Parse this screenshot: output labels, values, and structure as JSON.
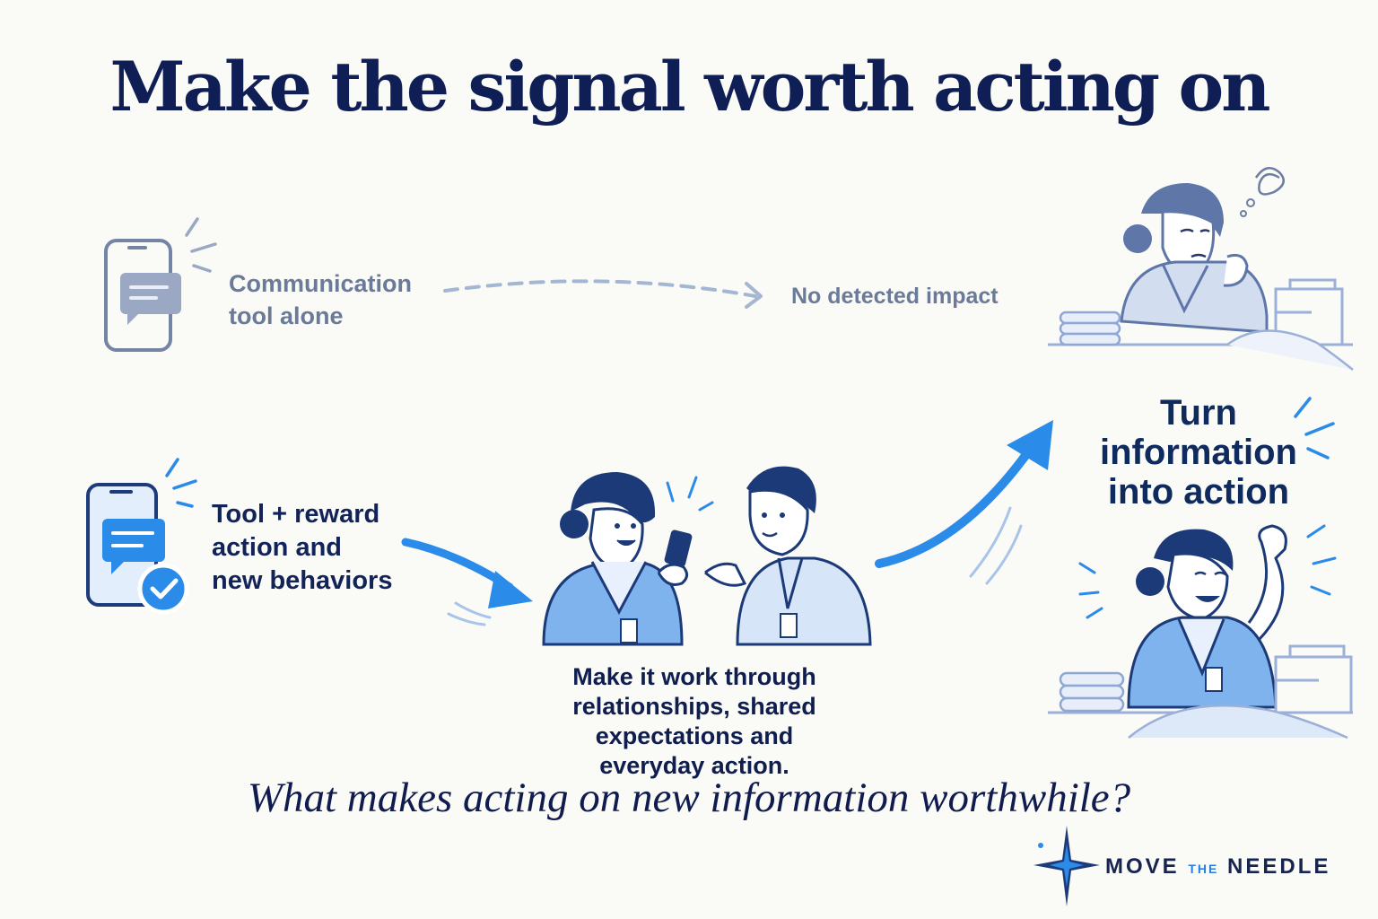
{
  "title": "Make the signal worth acting on",
  "top_path": {
    "label_line1": "Communication",
    "label_line2": "tool alone",
    "result": "No detected impact",
    "icons": [
      "phone-chat-icon",
      "dashed-arrow-icon",
      "worried-worker-icon"
    ]
  },
  "bottom_path": {
    "label_line1": "Tool + reward",
    "label_line2": "action and",
    "label_line3": "new behaviors",
    "middle_caption": {
      "line1": "Make it work through",
      "line2": "relationships, shared",
      "line3": "expectations and",
      "line4": "everyday action."
    },
    "result": {
      "line1": "Turn",
      "line2": "information",
      "line3": "into action"
    },
    "icons": [
      "phone-chat-check-icon",
      "curved-arrow-icon",
      "two-workers-icon",
      "rising-arrow-icon",
      "cheering-worker-icon"
    ]
  },
  "question": "What makes acting on new information worthwhile?",
  "brand": {
    "word1": "MOVE",
    "word2": "THE",
    "word3": "NEEDLE",
    "icon": "star-needle-icon"
  },
  "colors": {
    "navy": "#0f1f55",
    "muted": "#6b7a99",
    "accent_blue": "#2b8be8",
    "light_blue": "#a9c4ea"
  }
}
